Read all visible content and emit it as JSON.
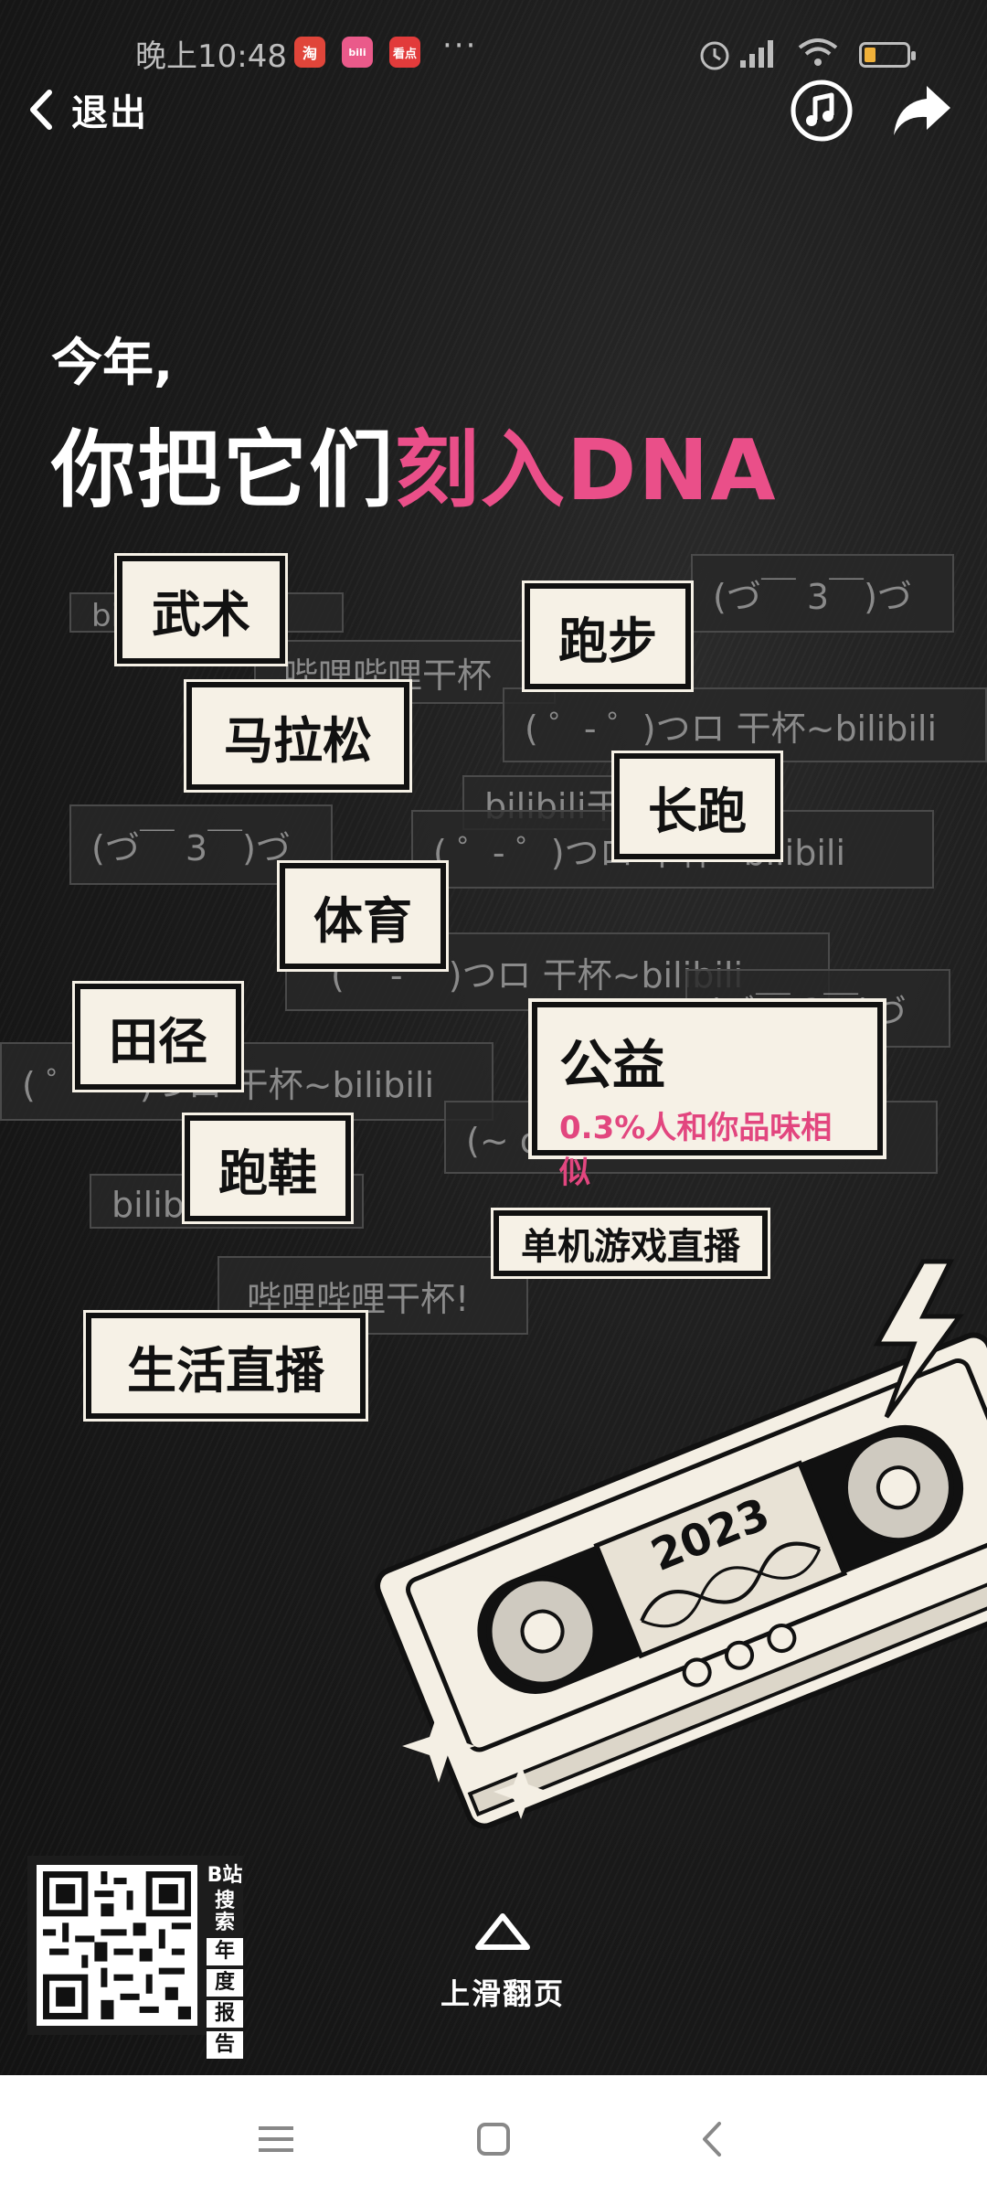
{
  "status_bar": {
    "time": "晚上10:48",
    "apps": [
      {
        "icon": "taobao-app-icon",
        "glyph": "淘",
        "color": "#e0453a"
      },
      {
        "icon": "bilibili-app-icon",
        "glyph": "bili",
        "color": "#ea5a8a"
      },
      {
        "icon": "news-app-icon",
        "glyph": "看点",
        "color": "#e23b3b"
      }
    ],
    "more": "···"
  },
  "header": {
    "back_label": "退出"
  },
  "title": {
    "line1": "今年,",
    "line2_white": "你把它们",
    "line2_pink": "刻入DNA"
  },
  "danmaku": [
    "(づ￣ 3￣)づ",
    "bilibili干杯~",
    "哔哩哔哩干杯",
    "( ゜- ゜)つロ 干杯~bilibili",
    "bilibili干杯",
    "(づ￣ 3￣)づ",
    "( ゜- ゜)つロ 干杯~bilibili",
    "( ゜- ゜)つロ 干杯~bilibili",
    "(づ￣ 3￣)づ",
    "( ゜- ゜)つロ 干杯~bilibili",
    "(~ o￣3￣)~zzz",
    "bilibili干杯",
    "哔哩哔哩干杯!"
  ],
  "tags": {
    "t1": "武术",
    "t2": "跑步",
    "t3": "马拉松",
    "t4": "长跑",
    "t5": "体育",
    "t6": "田径",
    "t7": "跑鞋",
    "t8": "单机游戏直播",
    "t9": "生活直播"
  },
  "highlight_tag": {
    "name": "公益",
    "similarity": "0.3%人和你品味相似"
  },
  "cassette": {
    "year": "2023"
  },
  "qr_card": {
    "top_text": [
      "B站",
      "搜索"
    ],
    "bottom_text": [
      "年",
      "度",
      "报",
      "告"
    ]
  },
  "swipe_hint": "上滑翻页"
}
